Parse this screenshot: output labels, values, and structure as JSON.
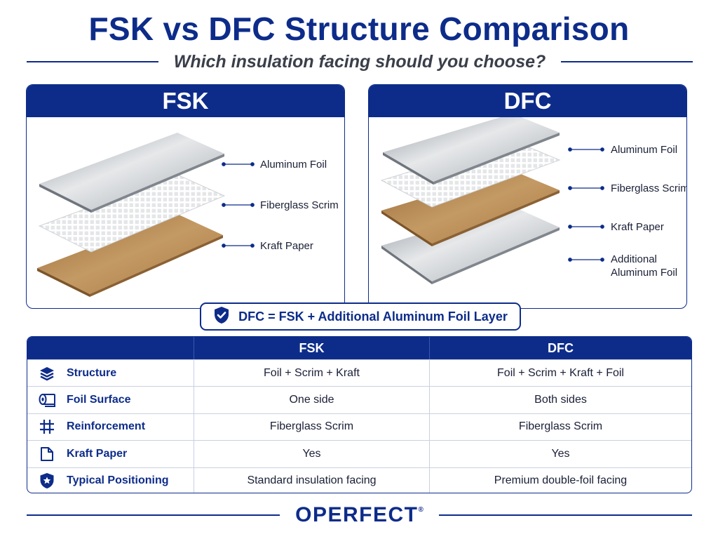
{
  "header": {
    "title": "FSK vs DFC Structure Comparison",
    "subtitle": "Which insulation facing should you choose?"
  },
  "panels": {
    "fsk": {
      "title": "FSK",
      "layers": [
        "Aluminum Foil",
        "Fiberglass Scrim",
        "Kraft Paper"
      ]
    },
    "dfc": {
      "title": "DFC",
      "layers": [
        "Aluminum Foil",
        "Fiberglass Scrim",
        "Kraft Paper",
        "Additional",
        "Aluminum Foil"
      ]
    }
  },
  "banner": {
    "text": "DFC = FSK + Additional Aluminum Foil Layer",
    "icon": "shield-check-icon"
  },
  "table": {
    "headers": [
      "",
      "FSK",
      "DFC"
    ],
    "rows": [
      {
        "icon": "layers-icon",
        "label": "Structure",
        "fsk": "Foil + Scrim + Kraft",
        "dfc": "Foil + Scrim + Kraft + Foil"
      },
      {
        "icon": "foil-roll-icon",
        "label": "Foil Surface",
        "fsk": "One side",
        "dfc": "Both sides"
      },
      {
        "icon": "grid-icon",
        "label": "Reinforcement",
        "fsk": "Fiberglass Scrim",
        "dfc": "Fiberglass Scrim"
      },
      {
        "icon": "paper-icon",
        "label": "Kraft Paper",
        "fsk": "Yes",
        "dfc": "Yes"
      },
      {
        "icon": "star-shield-icon",
        "label": "Typical Positioning",
        "fsk": "Standard insulation facing",
        "dfc": "Premium double-foil facing"
      }
    ]
  },
  "footer": {
    "brand": "OPERFECT",
    "trademark": "®"
  },
  "colors": {
    "brand_blue": "#0d2c8a",
    "foil": "#c3c7cc",
    "kraft": "#b98a55",
    "scrim": "#f2f2f2"
  }
}
